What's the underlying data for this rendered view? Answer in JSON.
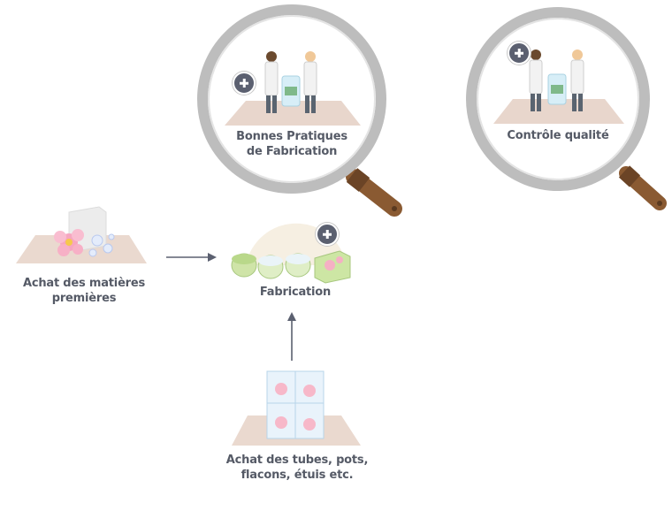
{
  "nodes": {
    "gmp": {
      "line1": "Bonnes Pratiques",
      "line2": "de Fabrication"
    },
    "qc": {
      "line1": "Contrôle qualité"
    },
    "raw": {
      "line1": "Achat des matières",
      "line2": "premières"
    },
    "fab": {
      "line1": "Fabrication"
    },
    "pack": {
      "line1": "Achat des tubes, pots,",
      "line2": "flacons, étuis etc."
    }
  },
  "icons": {
    "magnifier": "magnifier-icon",
    "plus": "plus-icon",
    "arrow": "arrow-icon"
  },
  "colors": {
    "label": "#555a66",
    "magnifier_ring": "#bdbdbd",
    "magnifier_handle": "#8a5a32",
    "plus_button": "#5b6070",
    "arrow": "#5b6070"
  }
}
